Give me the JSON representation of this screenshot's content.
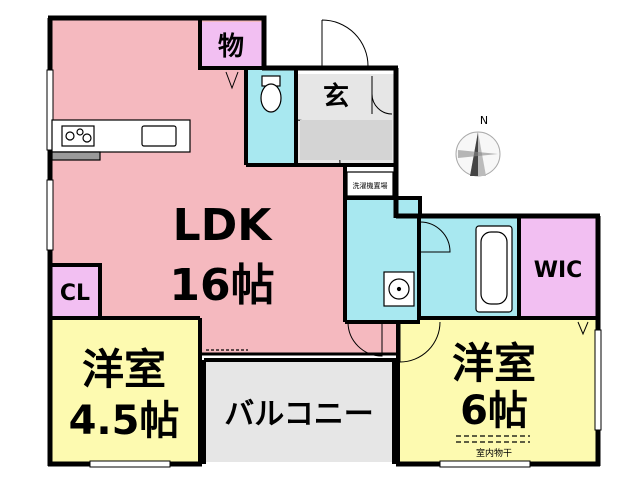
{
  "rooms": {
    "ldk": {
      "name": "LDK",
      "size": "16帖"
    },
    "western_left": {
      "name": "洋室",
      "size": "4.5帖"
    },
    "western_right": {
      "name": "洋室",
      "size": "6帖"
    },
    "storage": "物",
    "entrance": "玄",
    "closet": "CL",
    "walk_in_closet": "WIC",
    "balcony": "バルコニー",
    "laundry_note": "洗濯機置場",
    "indoor_drying": "室内物干"
  },
  "compass": {
    "north_label": "N"
  },
  "colors": {
    "ldk": "#f5b9bf",
    "western": "#fdfab0",
    "wet": "#a8e8f0",
    "closet": "#f2bff2",
    "balcony": "#e6e6e6",
    "entrance": "#e6e6e6",
    "entrance_tile": "#d4d4d4",
    "wall": "#000000"
  }
}
